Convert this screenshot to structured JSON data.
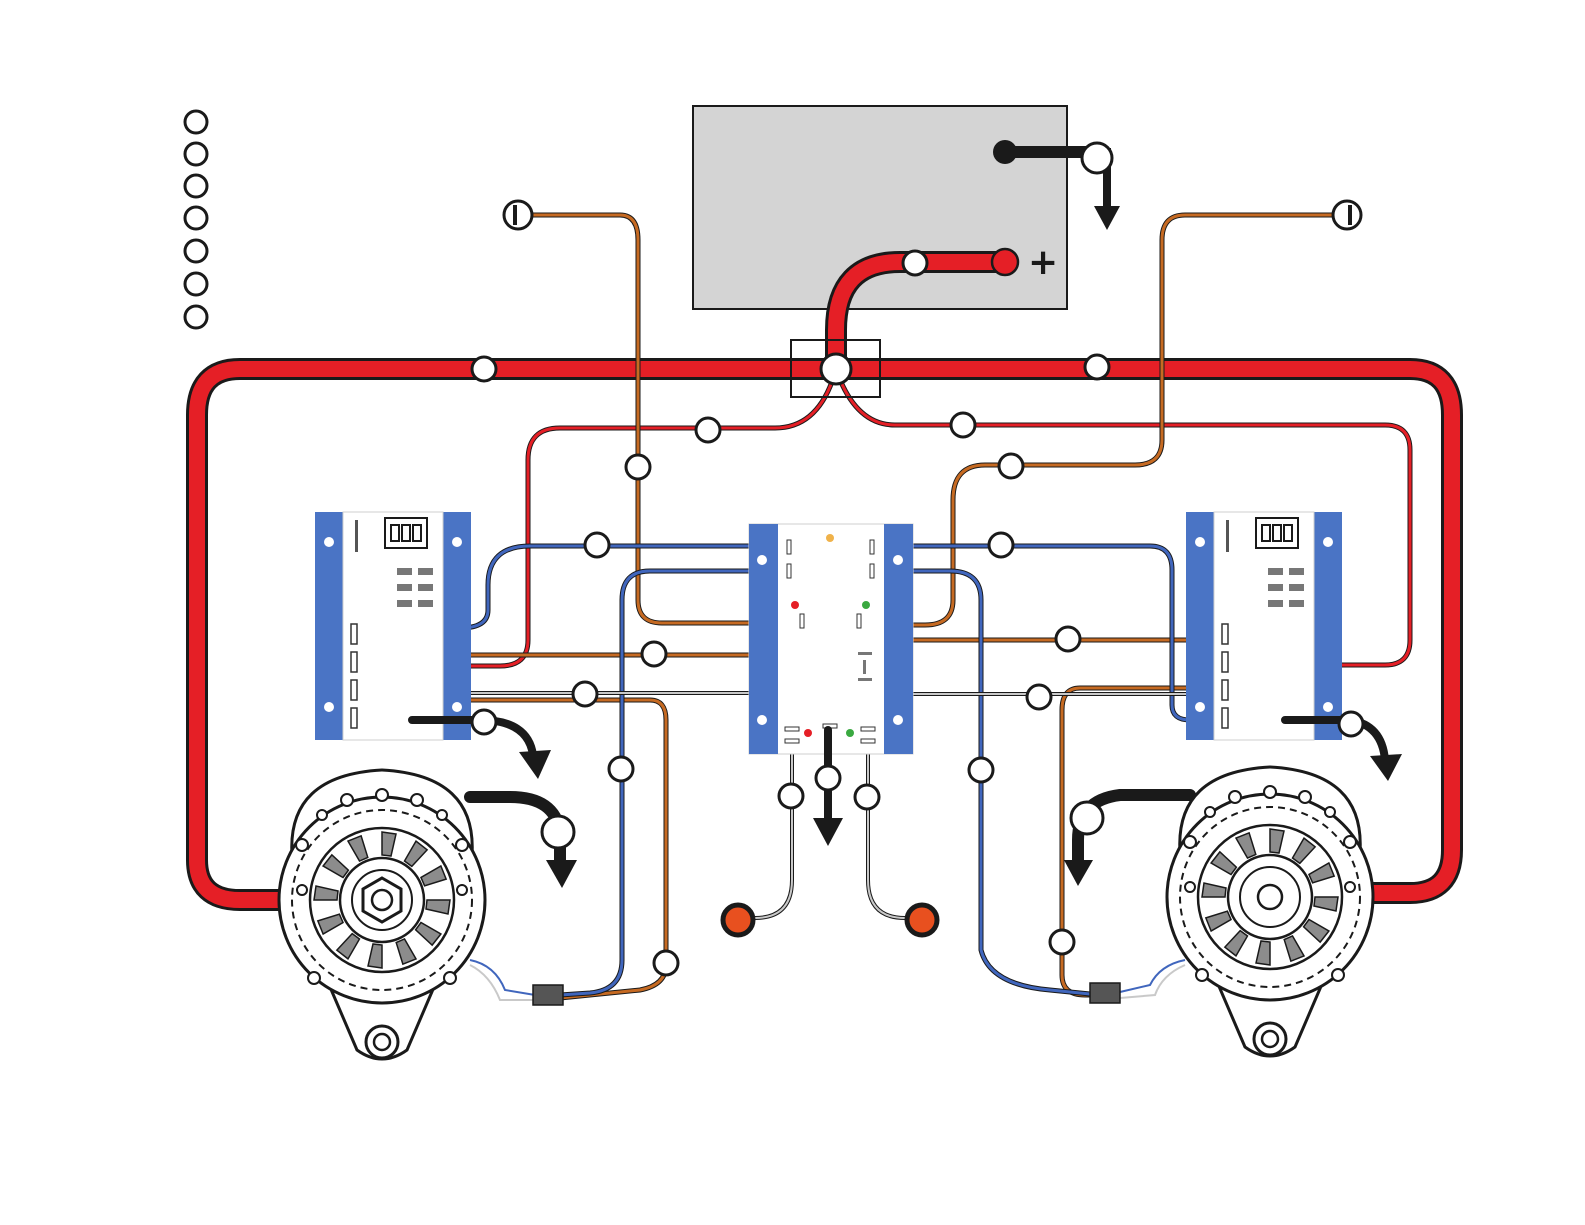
{
  "battery": {
    "positive_symbol": "+"
  },
  "colors": {
    "background": "#ffffff",
    "battery_fill": "#d4d4d4",
    "positive_cable": "#e51f26",
    "ground_cable": "#1a1a1a",
    "sense_wire": "#c66a22",
    "field_wire": "#4066bd",
    "signal_wire": "#9a9a9a",
    "regulator_rail": "#4a74c5",
    "alternator_gray": "#8c8c8c",
    "indicator_lamp": "#e8501f",
    "led_orange": "#f0b24a",
    "led_red": "#e51f26",
    "led_green": "#3aa940"
  },
  "legend": {
    "marker_count": 7
  },
  "components": [
    {
      "id": "battery",
      "icon": "battery"
    },
    {
      "id": "regulator-left",
      "icon": "voltage-regulator"
    },
    {
      "id": "regulator-right",
      "icon": "voltage-regulator"
    },
    {
      "id": "combiner-module",
      "icon": "dual-alternator-controller"
    },
    {
      "id": "alternator-left",
      "icon": "alternator"
    },
    {
      "id": "alternator-right",
      "icon": "alternator"
    },
    {
      "id": "temp-sensor-left",
      "icon": "temperature-sensor"
    },
    {
      "id": "temp-sensor-right",
      "icon": "temperature-sensor"
    },
    {
      "id": "lamp-left",
      "icon": "indicator-lamp"
    },
    {
      "id": "lamp-right",
      "icon": "indicator-lamp"
    },
    {
      "id": "bus-junction",
      "icon": "junction-box"
    }
  ]
}
